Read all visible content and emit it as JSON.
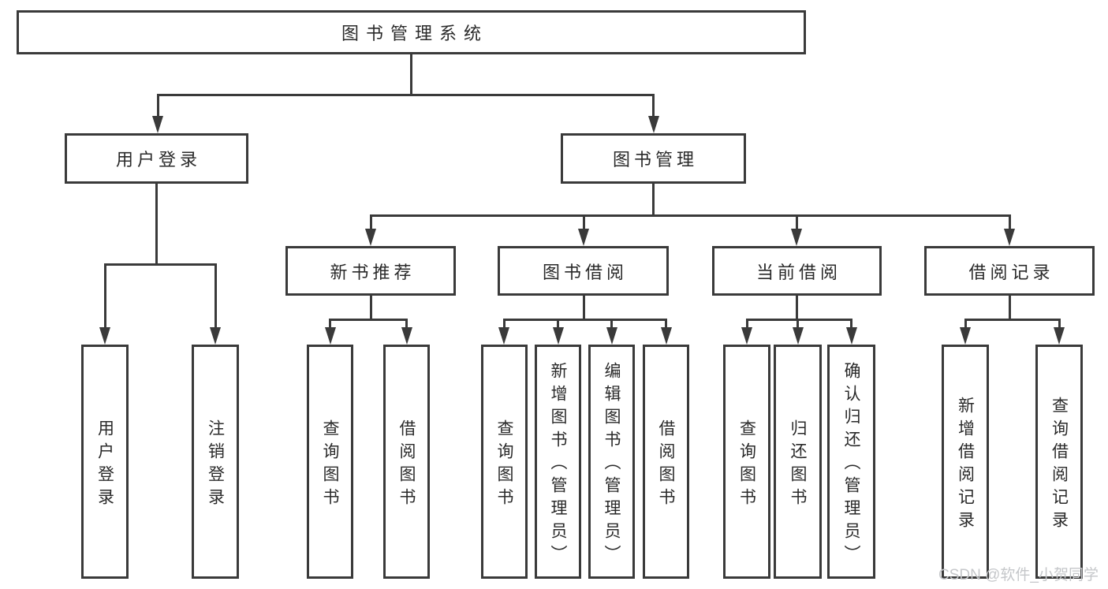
{
  "diagram": {
    "title": "图书管理系统",
    "branches": [
      {
        "label": "用户登录",
        "children": [
          {
            "label": "用户登录"
          },
          {
            "label": "注销登录"
          }
        ]
      },
      {
        "label": "图书管理",
        "children": [
          {
            "label": "新书推荐",
            "children": [
              {
                "label": "查询图书"
              },
              {
                "label": "借阅图书"
              }
            ]
          },
          {
            "label": "图书借阅",
            "children": [
              {
                "label": "查询图书"
              },
              {
                "label": "新增图书（管理员）"
              },
              {
                "label": "编辑图书（管理员）"
              },
              {
                "label": "借阅图书"
              }
            ]
          },
          {
            "label": "当前借阅",
            "children": [
              {
                "label": "查询图书"
              },
              {
                "label": "归还图书"
              },
              {
                "label": "确认归还（管理员）"
              }
            ]
          },
          {
            "label": "借阅记录",
            "children": [
              {
                "label": "新增借阅记录"
              },
              {
                "label": "查询借阅记录"
              }
            ]
          }
        ]
      }
    ]
  },
  "watermark": "CSDN @软件_小贺同学",
  "colors": {
    "line": "#3a3a3a",
    "text": "#2a2a2a",
    "background": "#ffffff",
    "watermark": "#c5c7ca"
  }
}
